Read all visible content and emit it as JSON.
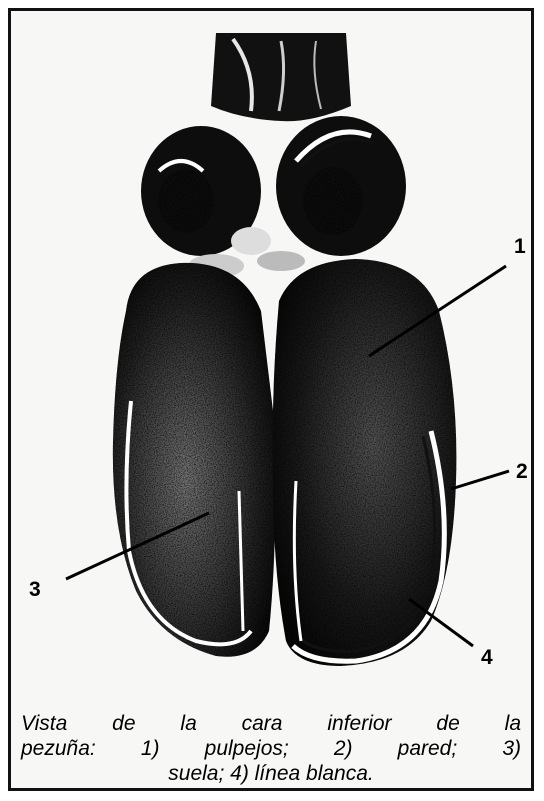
{
  "figure": {
    "callouts": [
      {
        "id": "1",
        "label": "1"
      },
      {
        "id": "2",
        "label": "2"
      },
      {
        "id": "3",
        "label": "3"
      },
      {
        "id": "4",
        "label": "4"
      }
    ],
    "caption": {
      "line1": "Vista de la cara inferior de la",
      "line2": "pezuña: 1) pulpejos; 2) pared; 3)",
      "line3": "suela; 4) línea blanca."
    },
    "colors": {
      "ink": "#111111",
      "paper": "#f7f7f5",
      "white_line": "#ffffff"
    }
  }
}
